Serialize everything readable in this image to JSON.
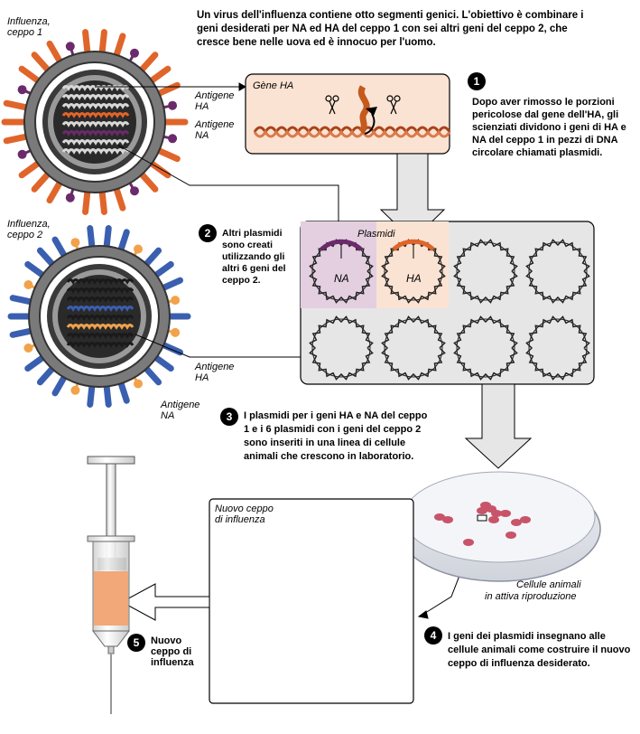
{
  "intro_text": "Un virus dell'influenza contiene otto segmenti genici. L'obiettivo è combinare i geni desiderati per NA ed HA del ceppo 1 con sei altri geni del ceppo 2, che cresce bene nelle uova ed è innocuo per l'uomo.",
  "strain1": {
    "label_line1": "Influenza,",
    "label_line2": "ceppo 1",
    "antigen_ha_line1": "Antigene",
    "antigen_ha_line2": "HA",
    "antigen_na_line1": "Antigene",
    "antigen_na_line2": "NA"
  },
  "strain2": {
    "label_line1": "Influenza,",
    "label_line2": "ceppo 2",
    "antigen_ha_line1": "Antigene",
    "antigen_ha_line2": "HA",
    "antigen_na_line1": "Antigene",
    "antigen_na_line2": "NA"
  },
  "gene_box": {
    "title": "Gène HA"
  },
  "plasmid_box": {
    "title": "Plasmidi",
    "na_label": "NA",
    "ha_label": "HA"
  },
  "steps": [
    {
      "number": "1",
      "text": "Dopo aver rimosso le porzioni pericolose dal gene dell'HA, gli scienziati dividono i geni di HA e NA del ceppo 1 in pezzi di DNA circolare chiamati plasmidi."
    },
    {
      "number": "2",
      "text": "Altri plasmidi sono creati utilizzando gli altri 6 geni del ceppo 2."
    },
    {
      "number": "3",
      "text": "I plasmidi per i geni HA e NA del ceppo 1 e i 6 plasmidi con i geni del ceppo 2 sono inseriti in una linea di cellule animali che crescono in laboratorio."
    },
    {
      "number": "4",
      "text": "I geni dei plasmidi insegnano alle cellule animali come costruire il nuovo ceppo di influenza desiderato."
    },
    {
      "number": "5",
      "text": "Nuovo ceppo di influenza"
    }
  ],
  "dish": {
    "label_line1": "Cellule animali",
    "label_line2": "in attiva riproduzione"
  },
  "new_strain": {
    "label_line1": "Nuovo ceppo",
    "label_line2": "di influenza"
  },
  "colors": {
    "orange": "#e0652a",
    "purple": "#6b2a6b",
    "blue": "#3a5fb0",
    "light_orange": "#f2a24a",
    "box_fill": "#fbe3d3",
    "plasmid_bg": "#e6e6e6",
    "arrow_fill": "#e6e6e6"
  }
}
